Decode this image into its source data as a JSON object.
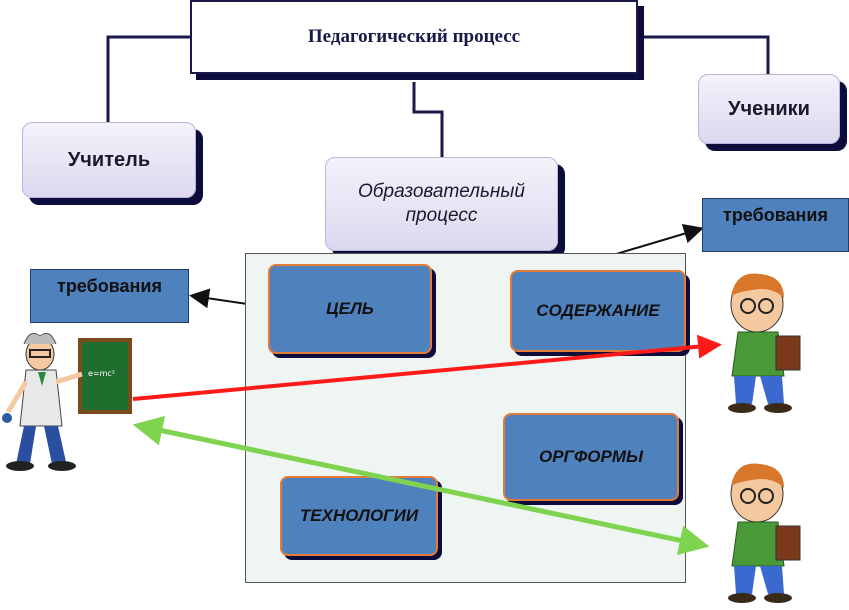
{
  "title": "Педагогический процесс",
  "teacher": "Учитель",
  "students": "Ученики",
  "edu_process": "Образовательный процесс",
  "requirements_left": "требования",
  "requirements_right": "требования",
  "blocks": {
    "goal": "ЦЕЛЬ",
    "content": "СОДЕРЖАНИЕ",
    "orgforms": "ОРГФОРМЫ",
    "technologies": "ТЕХНОЛОГИИ"
  },
  "colors": {
    "navy": "#1a1a4a",
    "block_blue": "#4f81bd",
    "block_border": "#e07b39",
    "red_arrow": "#ff1a1a",
    "green_arrow": "#7ed34f",
    "panel": "#eef5f3"
  },
  "icons": [
    "teacher-figure",
    "student-figure",
    "student-figure"
  ]
}
